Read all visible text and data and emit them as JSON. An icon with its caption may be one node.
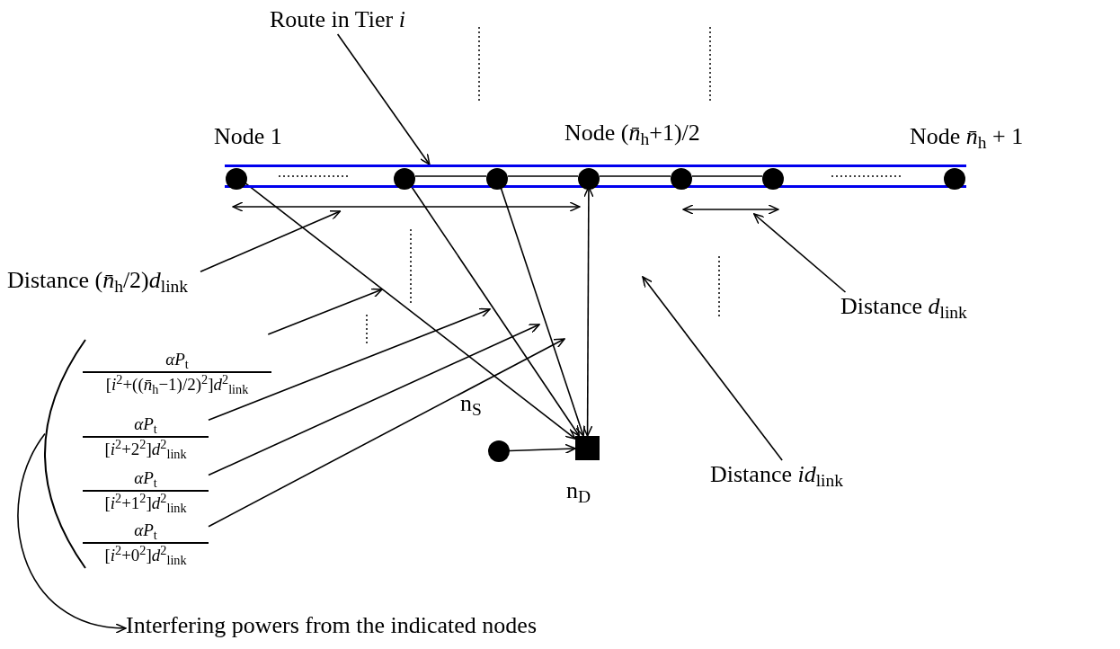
{
  "diagram": {
    "nodes": [
      {
        "text": [
          "Route in Tier *i*"
        ]
      },
      {
        "text": [],
        "shape": "bar"
      },
      {
        "text": [],
        "shape": "circle",
        "in": 1,
        "beside": [
          "Node 1"
        ]
      },
      {
        "text": [],
        "shape": "circle",
        "in": 1
      },
      {
        "text": [],
        "shape": "circle",
        "in": 1
      },
      {
        "text": [],
        "shape": "circle",
        "in": 1,
        "beside": [
          "Node (*n̄*$_{h}$+1)/2"
        ]
      },
      {
        "text": [],
        "shape": "circle",
        "in": 1
      },
      {
        "text": [],
        "shape": "circle",
        "in": 1
      },
      {
        "text": [],
        "shape": "circle",
        "in": 1,
        "beside": [
          "Node *n̄*$_{h}$ + 1"
        ]
      },
      {
        "text": [
          "Distance (*n̄*$_{h}$/2)*d*$_{link}$"
        ]
      },
      {
        "text": [
          "Distance *d*$_{link}$"
        ]
      },
      {
        "text": [
          "*αP*$_{t}$",
          "[*i*$^{2}$+((*n̄*$_{h}$−1)/2)$^{2}$]*d*$^{2}$$_{link}$"
        ]
      },
      {
        "text": [
          "*αP*$_{t}$",
          "[*i*$^{2}$+2$^{2}$]*d*$^{2}$$_{link}$"
        ]
      },
      {
        "text": [
          "*αP*$_{t}$",
          "[*i*$^{2}$+1$^{2}$]*d*$^{2}$$_{link}$"
        ]
      },
      {
        "text": [
          "*αP*$_{t}$",
          "[*i*$^{2}$+0$^{2}$]*d*$^{2}$$_{link}$"
        ]
      },
      {
        "text": [],
        "shape": "circle",
        "beside": [
          "n$_{S}$"
        ]
      },
      {
        "text": [],
        "shape": "box",
        "beside": [
          "n$_{D}$"
        ]
      },
      {
        "text": [
          "Distance *id*$_{link}$"
        ]
      },
      {
        "text": [
          "Interfering powers from the indicated nodes"
        ]
      },
      {
        "text": [],
        "shape": "bracket"
      },
      {
        "text": [],
        "shape": "line"
      },
      {
        "text": [],
        "shape": "line"
      }
    ],
    "edges": [
      {
        "from": 0,
        "to": 1,
        "arrow": "to"
      },
      {
        "from": 2,
        "to": 16,
        "arrow": "to"
      },
      {
        "from": 3,
        "to": 16,
        "arrow": "to"
      },
      {
        "from": 4,
        "to": 16,
        "arrow": "to"
      },
      {
        "from": 5,
        "to": 16,
        "arrow": "both"
      },
      {
        "from": 15,
        "to": 16,
        "arrow": "to"
      },
      {
        "from": 9,
        "to": 20,
        "arrow": "to"
      },
      {
        "from": 10,
        "to": 21,
        "arrow": "to"
      },
      {
        "from": 17,
        "to": null,
        "arrow": "to"
      },
      {
        "from": 11,
        "to": null,
        "arrow": "to"
      },
      {
        "from": 12,
        "to": null,
        "arrow": "to"
      },
      {
        "from": 13,
        "to": null,
        "arrow": "to"
      },
      {
        "from": 14,
        "to": null,
        "arrow": "to"
      },
      {
        "from": 19,
        "to": 18,
        "arrow": "to"
      },
      {
        "from": 3,
        "to": 4,
        "arrow": "none"
      },
      {
        "from": 4,
        "to": 5,
        "arrow": "none"
      },
      {
        "from": 5,
        "to": 6,
        "arrow": "none"
      },
      {
        "from": 6,
        "to": 7,
        "arrow": "none"
      }
    ]
  }
}
